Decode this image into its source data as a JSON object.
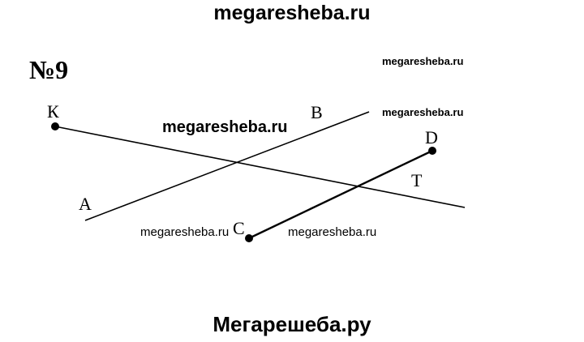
{
  "header": {
    "site": "megaresheba.ru"
  },
  "problem": {
    "number": "№9"
  },
  "watermarks": {
    "small_top": "megaresheba.ru",
    "small_second": "megaresheba.ru",
    "middle": "megaresheba.ru",
    "lower_left": "megaresheba.ru",
    "lower_right": "megaresheba.ru"
  },
  "figure": {
    "labels": {
      "K": "К",
      "B": "B",
      "D": "D",
      "A": "A",
      "T": "T",
      "C": "C"
    }
  },
  "footer": {
    "site": "Мегарешеба.ру"
  }
}
